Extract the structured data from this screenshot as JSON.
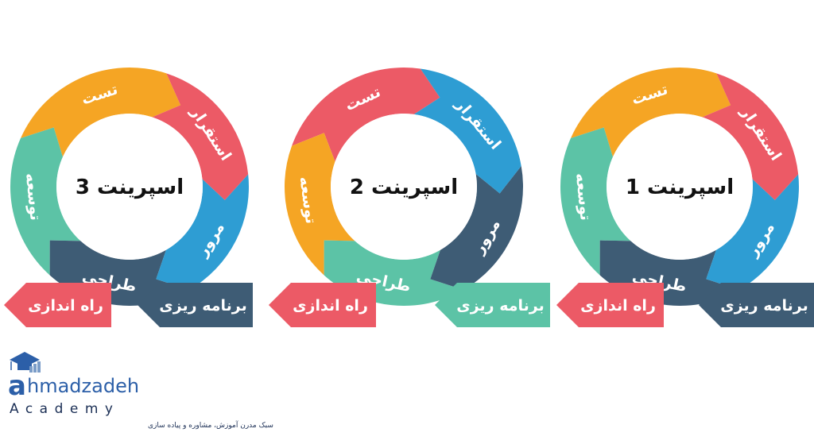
{
  "colors": {
    "red": "#EC5A66",
    "orange": "#F5A524",
    "teal": "#5CC3A6",
    "navy": "#3E5C75",
    "blue": "#2E9DD3",
    "logo_blue": "#2C5FA8"
  },
  "sprints": [
    {
      "title": "اسپرینت 3",
      "segments": [
        {
          "label": "استقرار",
          "color": "red"
        },
        {
          "label": "مرور",
          "color": "blue"
        },
        {
          "label": "طراحی",
          "color": "navy"
        },
        {
          "label": "توسعه",
          "color": "teal"
        },
        {
          "label": "تست",
          "color": "orange"
        }
      ],
      "planning": {
        "label": "برنامه ریزی",
        "color": "navy"
      },
      "launch": {
        "label": "راه اندازی",
        "color": "red"
      }
    },
    {
      "title": "اسپرینت 2",
      "segments": [
        {
          "label": "استقرار",
          "color": "blue"
        },
        {
          "label": "مرور",
          "color": "navy"
        },
        {
          "label": "طراحی",
          "color": "teal"
        },
        {
          "label": "توسعه",
          "color": "orange"
        },
        {
          "label": "تست",
          "color": "red"
        }
      ],
      "planning": {
        "label": "برنامه ریزی",
        "color": "teal"
      },
      "launch": {
        "label": "راه اندازی",
        "color": "red"
      }
    },
    {
      "title": "اسپرینت 1",
      "segments": [
        {
          "label": "استقرار",
          "color": "red"
        },
        {
          "label": "مرور",
          "color": "blue"
        },
        {
          "label": "طراحی",
          "color": "navy"
        },
        {
          "label": "توسعه",
          "color": "teal"
        },
        {
          "label": "تست",
          "color": "orange"
        }
      ],
      "planning": {
        "label": "برنامه ریزی",
        "color": "navy"
      },
      "launch": {
        "label": "راه اندازی",
        "color": "red"
      }
    }
  ],
  "logo": {
    "brand_prefix": "a",
    "brand_rest": "hmadzadeh",
    "academy": "Academy",
    "tagline": "سبک مدرن آموزش، مشاوره و پیاده سازی"
  }
}
